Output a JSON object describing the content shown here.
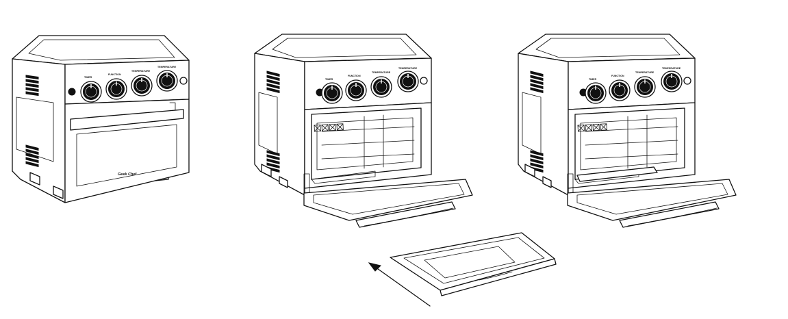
{
  "diagram": {
    "panels": [
      {
        "id": "oven-closed",
        "door": "closed",
        "rack_labels": false
      },
      {
        "id": "oven-open-empty",
        "door": "open",
        "rack_labels": true
      },
      {
        "id": "oven-open-tray",
        "door": "open",
        "rack_labels": true,
        "tray_inserted": true
      }
    ],
    "knob_labels": [
      "TIMER",
      "FUNCTION",
      "TEMPERATURE",
      "TEMPERATURE"
    ],
    "brand_text": "Geek Chef",
    "loose_item": "baking-tray",
    "arrow_direction": "up-left",
    "line_color": "#111111",
    "background_color": "#ffffff"
  }
}
